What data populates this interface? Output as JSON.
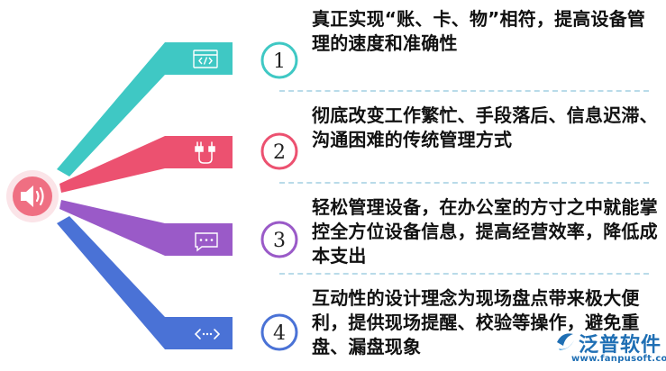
{
  "items": [
    {
      "number": "1",
      "text": "真正实现“账、卡、物”相符，提高设备管理的速度和准确性",
      "color": "#3fc8c4",
      "icon": "code-window-icon"
    },
    {
      "number": "2",
      "text": "彻底改变工作繁忙、手段落后、信息迟滞、沟通困难的传统管理方式",
      "color": "#ec5170",
      "icon": "cable-plug-icon"
    },
    {
      "number": "3",
      "text": "轻松管理设备，在办公室的方寸之中就能掌控全方位设备信息，提高经营效率，降低成本支出",
      "color": "#9a5ac8",
      "icon": "chat-bubble-icon"
    },
    {
      "number": "4",
      "text": "互动性的设计理念为现场盘点带来极大便利，提供现场提醒、校验等操作，避免重盘、漏盘现象",
      "color": "#4a72d6",
      "icon": "code-arrows-icon"
    }
  ],
  "center_icon": "speaker-icon",
  "center_color": "#ef6f82",
  "divider_color": "#b9dbe9",
  "logo": {
    "name": "泛普软件",
    "url": "www.fanpusoft.com",
    "color": "#1f6fb4"
  }
}
